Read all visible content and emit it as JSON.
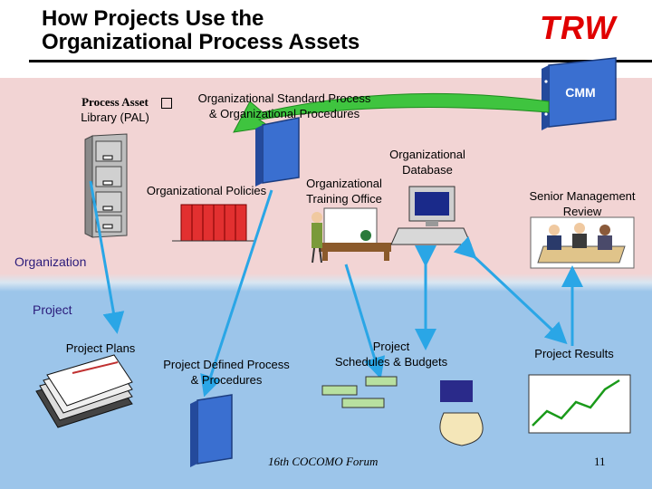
{
  "title": {
    "line1": "How Projects Use the",
    "line2": "Organizational Process Assets"
  },
  "logo": "TRW",
  "cmm": "CMM",
  "labels": {
    "pal_line1": "Process Asset",
    "pal_line2": "Library (PAL)",
    "osp_line1": "Organizational Standard Process",
    "osp_line2": "& Organizational Procedures",
    "policies": "Organizational Policies",
    "db_line1": "Organizational",
    "db_line2": "Database",
    "training_line1": "Organizational",
    "training_line2": "Training Office",
    "senior_line1": "Senior Management",
    "senior_line2": "Review",
    "organization": "Organization",
    "project": "Project",
    "project_plans": "Project Plans",
    "pdp_line1": "Project Defined Process",
    "pdp_line2": "& Procedures",
    "sched_line1": "Project",
    "sched_line2": "Schedules & Budgets",
    "results": "Project Results"
  },
  "footer": {
    "forum": "16th COCOMO Forum",
    "page": "11"
  },
  "colors": {
    "org_band": "#f2d4d4",
    "project_band": "#9cc5ea",
    "arrow": "#2aa6e6",
    "logo": "#e00000",
    "binder": "#3a6fd0",
    "curved_arrow": "#3fc43f"
  }
}
